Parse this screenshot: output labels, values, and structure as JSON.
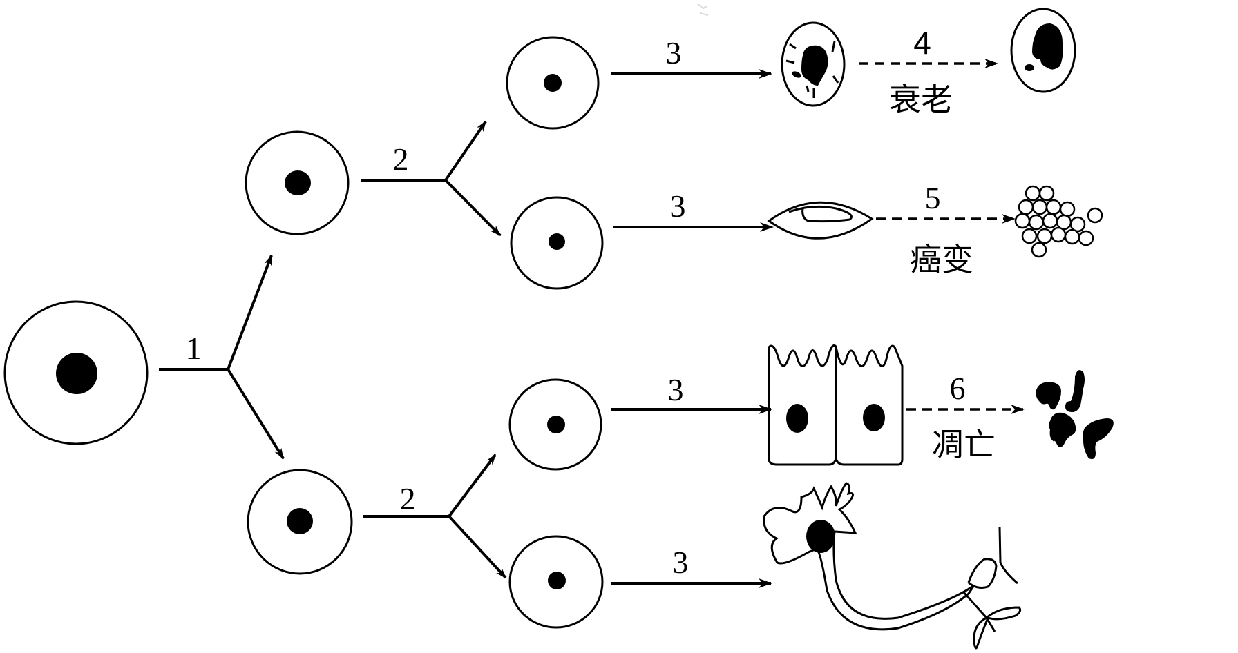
{
  "diagram": {
    "type": "cell-fate-flowchart",
    "process_labels": {
      "p1": "1",
      "p2_upper": "2",
      "p2_lower": "2",
      "p3_row1": "3",
      "p3_row2": "3",
      "p3_row3": "3",
      "p3_row4": "3",
      "p4": "4",
      "p5": "5",
      "p6": "6"
    },
    "outcome_labels": {
      "senescence": "衰老",
      "canceration": "癌变",
      "apoptosis": "凋亡"
    },
    "nodes": [
      {
        "id": "stem-cell",
        "description": "large round cell with nucleus"
      },
      {
        "id": "daughter-upper",
        "description": "round cell"
      },
      {
        "id": "daughter-lower",
        "description": "round cell"
      },
      {
        "id": "gen3-row1",
        "description": "small round cell"
      },
      {
        "id": "gen3-row2",
        "description": "small round cell"
      },
      {
        "id": "gen3-row3",
        "description": "small round cell"
      },
      {
        "id": "gen3-row4",
        "description": "small round cell"
      },
      {
        "id": "differentiated-row1",
        "description": "cell with irregular nucleus"
      },
      {
        "id": "differentiated-row2",
        "description": "spindle-shaped cell"
      },
      {
        "id": "differentiated-row3",
        "description": "two columnar epithelial cells with microvilli"
      },
      {
        "id": "differentiated-row4",
        "description": "neuron"
      },
      {
        "id": "aged-cell",
        "description": "cell with enlarged shrunken nucleus"
      },
      {
        "id": "cancer-cells",
        "description": "cluster of small round cells"
      },
      {
        "id": "apoptotic-bodies",
        "description": "dark fragmented blobs"
      }
    ],
    "edges": [
      {
        "from": "stem-cell",
        "to": [
          "daughter-upper",
          "daughter-lower"
        ],
        "label": "1",
        "style": "solid"
      },
      {
        "from": "daughter-upper",
        "to": [
          "gen3-row1",
          "gen3-row2"
        ],
        "label": "2",
        "style": "solid"
      },
      {
        "from": "daughter-lower",
        "to": [
          "gen3-row3",
          "gen3-row4"
        ],
        "label": "2",
        "style": "solid"
      },
      {
        "from": "gen3-row1",
        "to": "differentiated-row1",
        "label": "3",
        "style": "solid"
      },
      {
        "from": "gen3-row2",
        "to": "differentiated-row2",
        "label": "3",
        "style": "solid"
      },
      {
        "from": "gen3-row3",
        "to": "differentiated-row3",
        "label": "3",
        "style": "solid"
      },
      {
        "from": "gen3-row4",
        "to": "differentiated-row4",
        "label": "3",
        "style": "solid"
      },
      {
        "from": "differentiated-row1",
        "to": "aged-cell",
        "label": "4",
        "sublabel": "衰老",
        "style": "dashed"
      },
      {
        "from": "differentiated-row2",
        "to": "cancer-cells",
        "label": "5",
        "sublabel": "癌变",
        "style": "dashed"
      },
      {
        "from": "differentiated-row3",
        "to": "apoptotic-bodies",
        "label": "6",
        "sublabel": "凋亡",
        "style": "dashed"
      }
    ],
    "colors": {
      "ink": "#000000",
      "background": "#ffffff"
    }
  }
}
